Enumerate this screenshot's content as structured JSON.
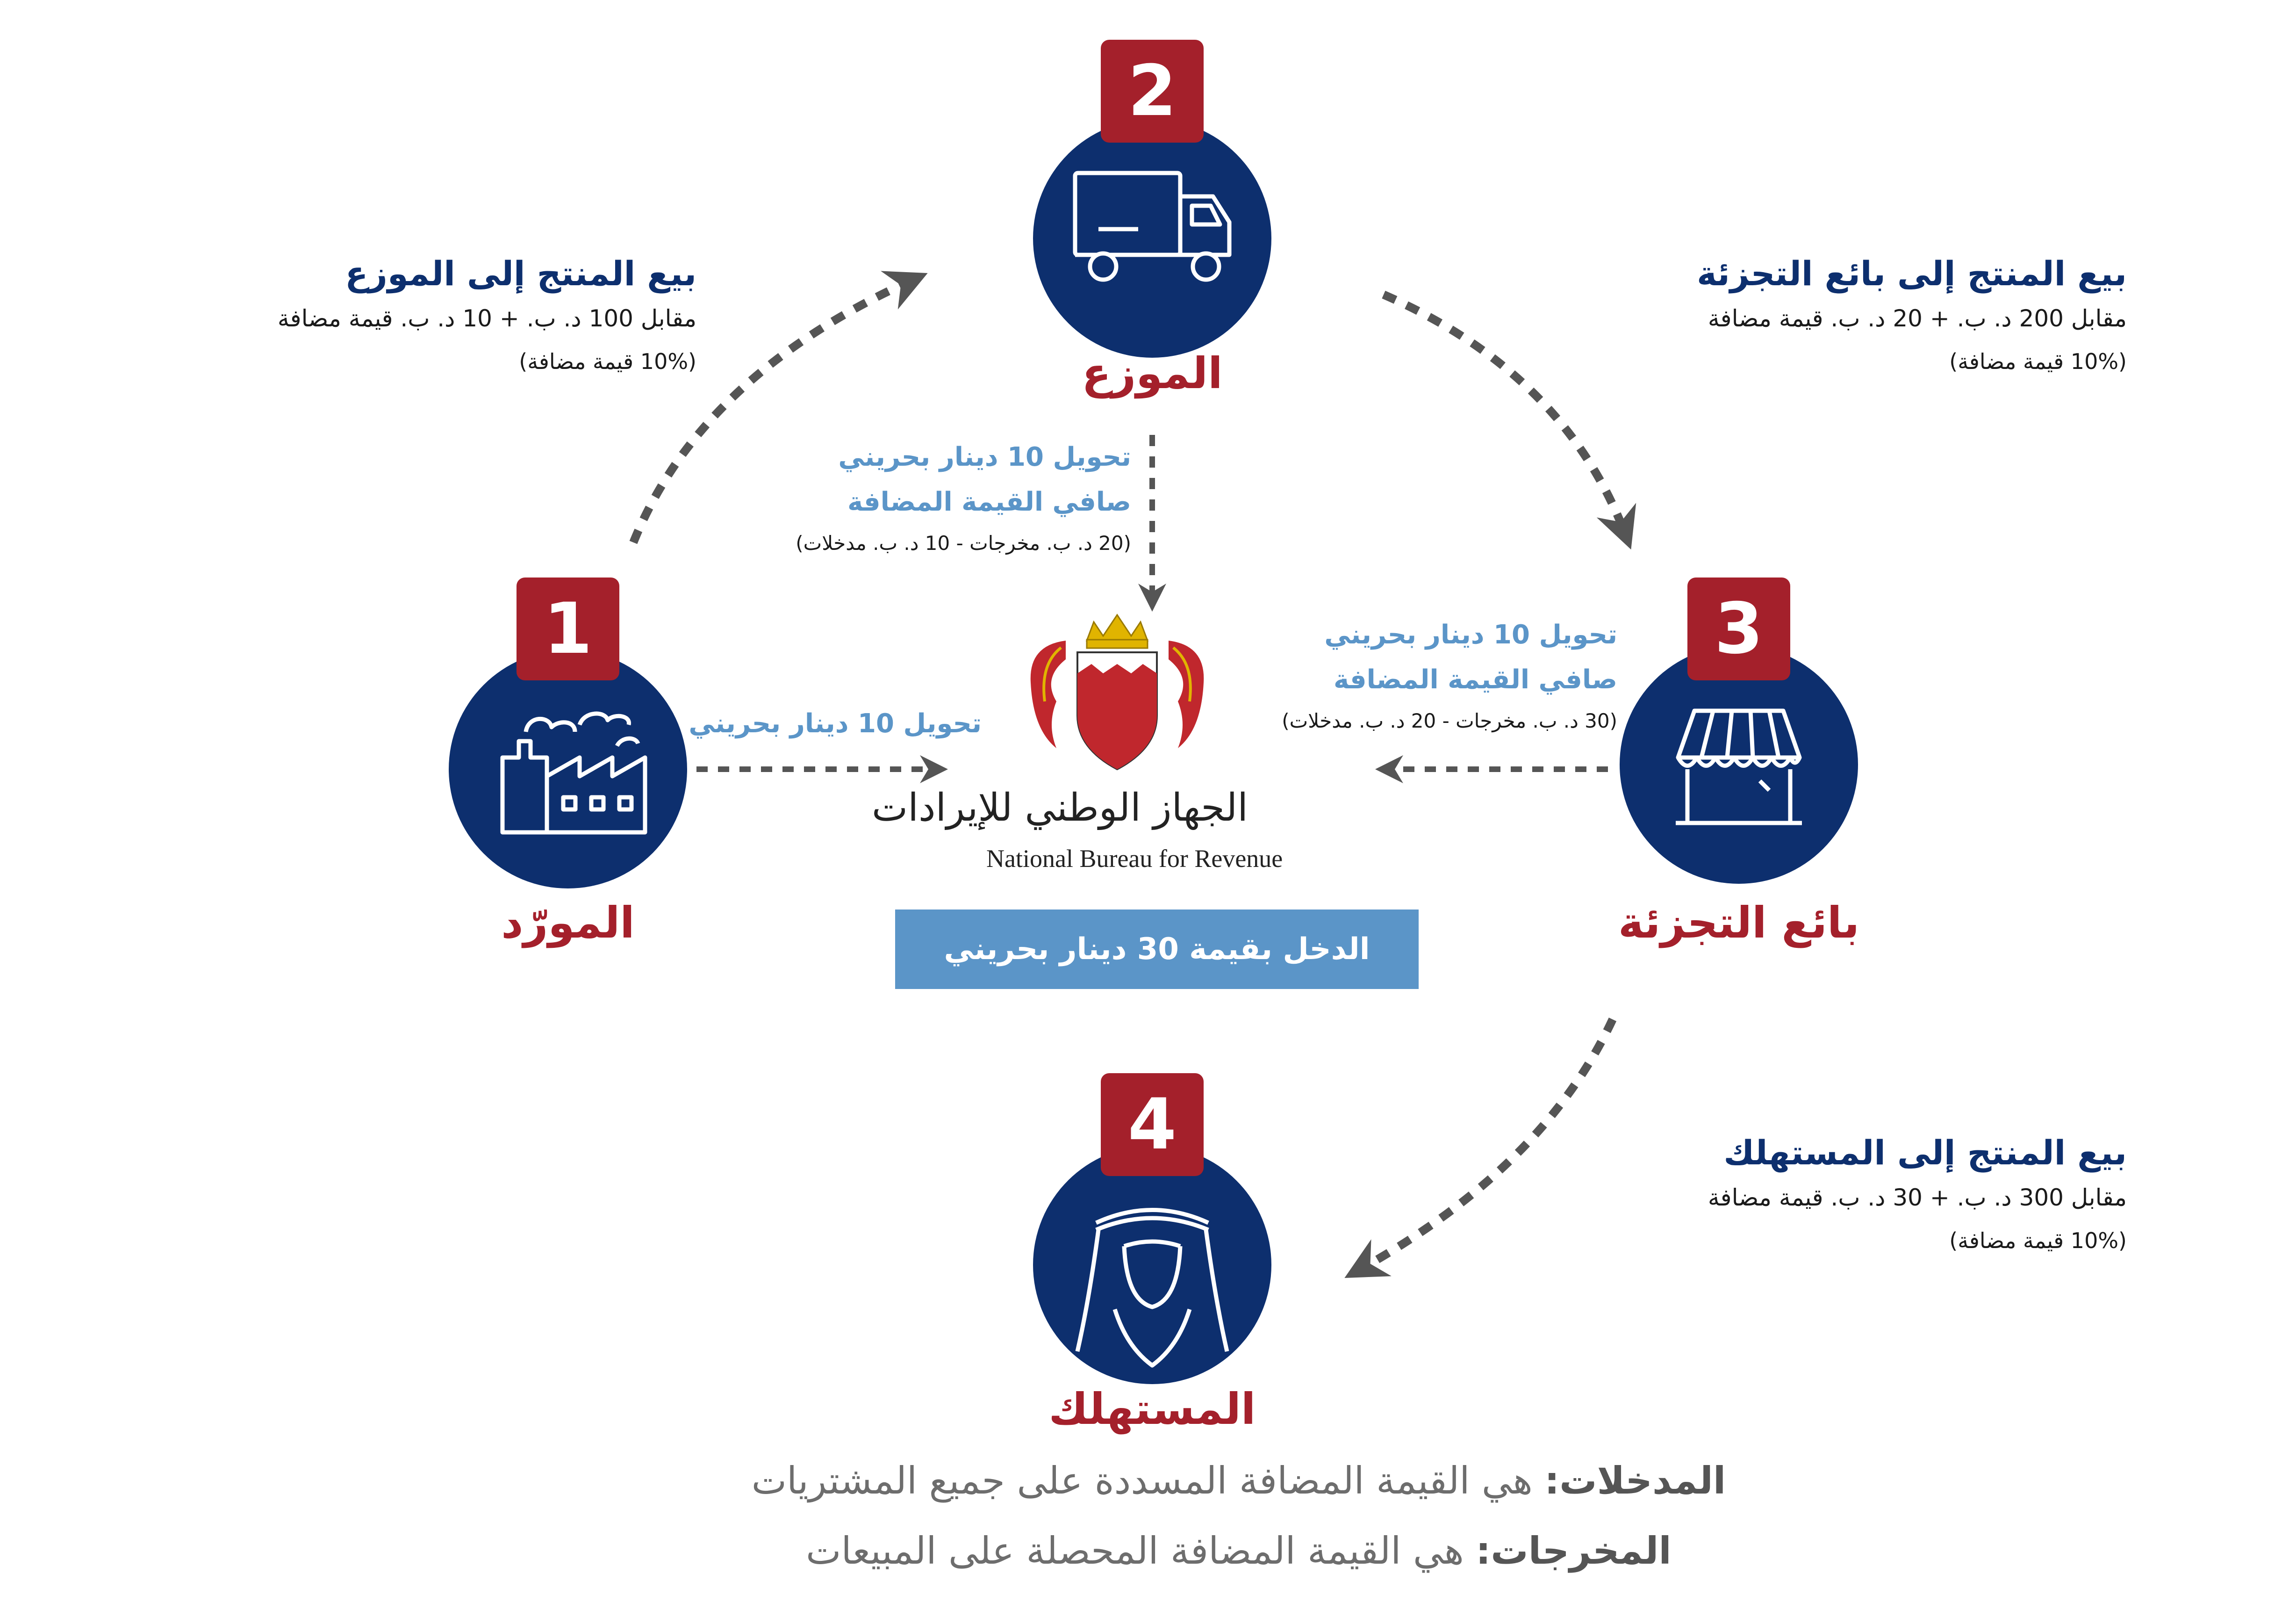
{
  "nodes": {
    "supplier": {
      "number": "1",
      "label": "المورّد"
    },
    "distributor": {
      "number": "2",
      "label": "الموزع"
    },
    "retailer": {
      "number": "3",
      "label": "بائع التجزئة"
    },
    "consumer": {
      "number": "4",
      "label": "المستهلك"
    }
  },
  "sales": {
    "to_distributor": {
      "title": "بيع المنتج إلى الموزع",
      "line": "مقابل 100 د. ب. + 10 د. ب. قيمة مضافة",
      "note": "(10% قيمة مضافة)"
    },
    "to_retailer": {
      "title": "بيع المنتج إلى بائع التجزئة",
      "line": "مقابل 200 د. ب. + 20 د. ب.  قيمة مضافة",
      "note": "(10% قيمة مضافة)"
    },
    "to_consumer": {
      "title": "بيع المنتج إلى المستهلك",
      "line": "مقابل 300 د. ب. + 30 د. ب. قيمة مضافة",
      "note": "(10% قيمة مضافة)"
    }
  },
  "transfers": {
    "supplier": {
      "line1": "تحويل 10 دينار بحريني"
    },
    "distributor": {
      "line1": "تحويل 10 دينار بحريني",
      "line2": "صافي القيمة المضافة",
      "calc": "(20 د. ب. مخرجات - 10 د. ب. مدخلات)"
    },
    "retailer": {
      "line1": "تحويل 10 دينار بحريني",
      "line2": "صافي القيمة المضافة",
      "calc": "(30 د. ب. مخرجات - 20 د. ب. مدخلات)"
    }
  },
  "logo": {
    "arabic": "الجهاز الوطني للإيرادات",
    "english": "National Bureau for Revenue"
  },
  "income": "الدخل بقيمة 30 دينار بحريني",
  "definitions": {
    "inputs_term": "المدخلات:",
    "inputs_text": " هي القيمة المضافة المسددة على جميع المشتريات",
    "outputs_term": "المخرجات:",
    "outputs_text": " هي القيمة المضافة المحصلة على المبيعات"
  },
  "colors": {
    "navy": "#0d2f6e",
    "crimson": "#a4202b",
    "light_blue": "#5b95c8",
    "arrow_gray": "#555555"
  },
  "icons": {
    "supplier": "factory-icon",
    "distributor": "truck-icon",
    "retailer": "shop-icon",
    "consumer": "person-icon"
  }
}
